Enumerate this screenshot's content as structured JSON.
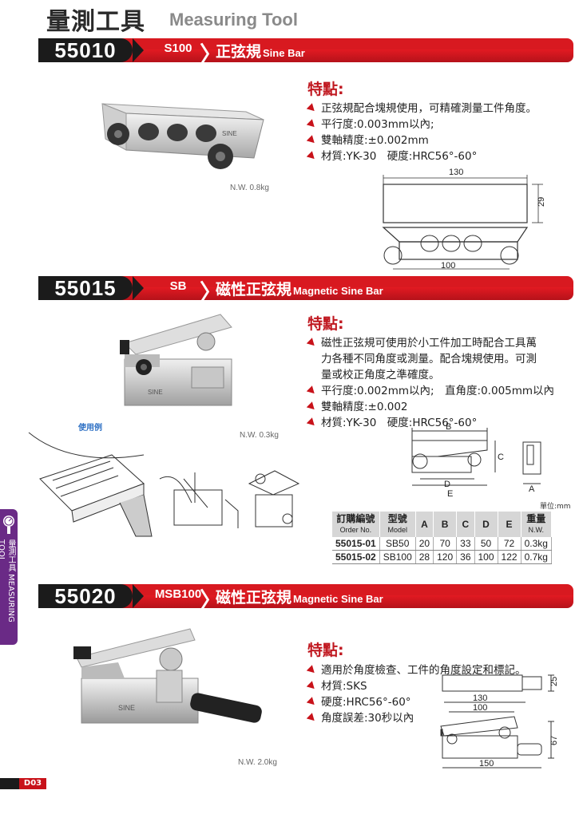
{
  "header": {
    "title_cn": "量測工具",
    "title_en": "Measuring Tool"
  },
  "products": [
    {
      "code": "55010",
      "model": "S100",
      "chevron": "〉",
      "name_cn": "正弦規",
      "name_en": "Sine Bar",
      "features_title": "特點:",
      "features": [
        "正弦規配合塊規使用，可精確測量工件角度。",
        "平行度:0.003mm以內;",
        "雙軸精度:±0.002mm",
        "材質:YK-30　硬度:HRC56°-60°"
      ],
      "weight": "N.W. 0.8kg",
      "dims": {
        "length": "130",
        "height": "29",
        "pitch": "100"
      }
    },
    {
      "code": "55015",
      "model": "SB",
      "chevron": "〉",
      "name_cn": "磁性正弦規",
      "name_en": "Magnetic Sine Bar",
      "features_title": "特點:",
      "features": [
        "磁性正弦規可使用於小工件加工時配合工具萬",
        "力各種不同角度或測量。配合塊規使用。可測",
        "量或校正角度之準確度。",
        "平行度:0.002mm以內;　直角度:0.005mm以內",
        "雙軸精度:±0.002",
        "材質:YK-30　硬度:HRC56°-60°"
      ],
      "weight": "N.W. 0.3kg",
      "use_example": "使用例",
      "dims": {
        "B": "B",
        "C": "C",
        "D": "D",
        "E": "E",
        "A": "A"
      }
    },
    {
      "code": "55020",
      "model": "MSB100",
      "chevron": "〉",
      "name_cn": "磁性正弦規",
      "name_en": "Magnetic Sine Bar",
      "features_title": "特點:",
      "features": [
        "適用於角度檢查、工件的角度設定和標記。",
        "材質:SKS",
        "硬度:HRC56°-60°",
        "角度誤差:30秒以內"
      ],
      "weight": "N.W. 2.0kg",
      "dims": {
        "h1": "25",
        "l1": "130",
        "l2": "100",
        "h2": "67",
        "l3": "150"
      }
    }
  ],
  "table": {
    "unit": "單位:mm",
    "headers": [
      {
        "cn": "訂購編號",
        "en": "Order No."
      },
      {
        "cn": "型號",
        "en": "Model"
      },
      {
        "cn": "A",
        "en": ""
      },
      {
        "cn": "B",
        "en": ""
      },
      {
        "cn": "C",
        "en": ""
      },
      {
        "cn": "D",
        "en": ""
      },
      {
        "cn": "E",
        "en": ""
      },
      {
        "cn": "重量",
        "en": "N.W."
      }
    ],
    "rows": [
      [
        "55015-01",
        "SB50",
        "20",
        "70",
        "33",
        "50",
        "72",
        "0.3kg"
      ],
      [
        "55015-02",
        "SB100",
        "28",
        "120",
        "36",
        "100",
        "122",
        "0.7kg"
      ]
    ]
  },
  "sidetab": "量測工具 MEASURING TOOL",
  "page_number": "D03",
  "colors": {
    "accent_red": "#d81920",
    "badge_black": "#1b1b1b",
    "side_purple": "#6a2a86"
  }
}
